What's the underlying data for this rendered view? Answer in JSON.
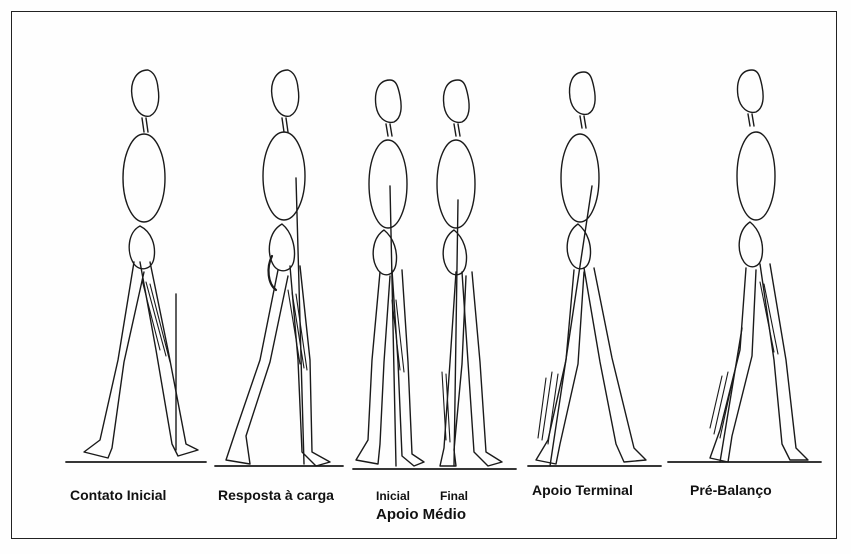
{
  "captions": {
    "contato_inicial": "Contato Inicial",
    "resposta_carga": "Resposta à carga",
    "inicial": "Inicial",
    "final": "Final",
    "apoio_medio": "Apoio Médio",
    "apoio_terminal": "Apoio Terminal",
    "pre_balanco": "Pré-Balanço"
  },
  "colors": {
    "line": "#1a1a1a",
    "muscle": "#2a2a2a",
    "border": "#222222"
  }
}
